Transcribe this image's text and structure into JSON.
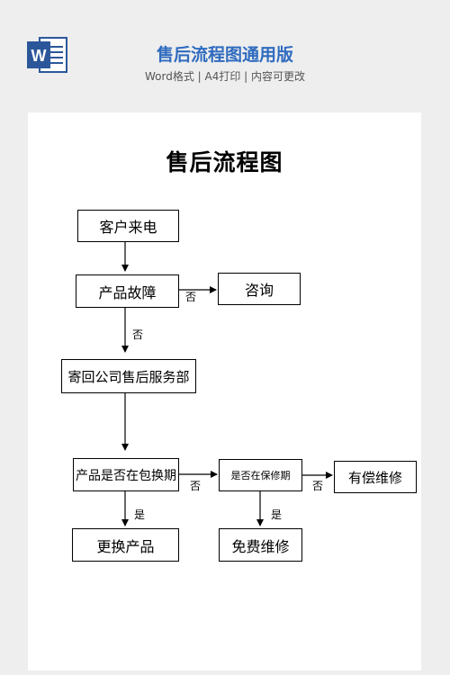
{
  "header": {
    "title": "售后流程图通用版",
    "subtitle": "Word格式 | A4打印 | 内容可更改",
    "logo_letter": "W"
  },
  "colors": {
    "brand_blue": "#2f6bbf",
    "word_blue": "#2b579a"
  },
  "document": {
    "title": "售后流程图",
    "nodes": {
      "customer_call": "客户来电",
      "product_fault": "产品故障",
      "consult": "咨询",
      "send_back": "寄回公司售后服务部",
      "in_exchange_period": "产品是否在包换期",
      "in_warranty": "是否在保修期",
      "paid_repair": "有偿维修",
      "replace_product": "更换产品",
      "free_repair": "免费维修"
    },
    "edge_labels": {
      "fault_to_consult": "否",
      "fault_to_sendback": "否",
      "exchange_to_warranty": "否",
      "warranty_to_paid": "否",
      "exchange_to_replace": "是",
      "warranty_to_free": "是"
    }
  }
}
